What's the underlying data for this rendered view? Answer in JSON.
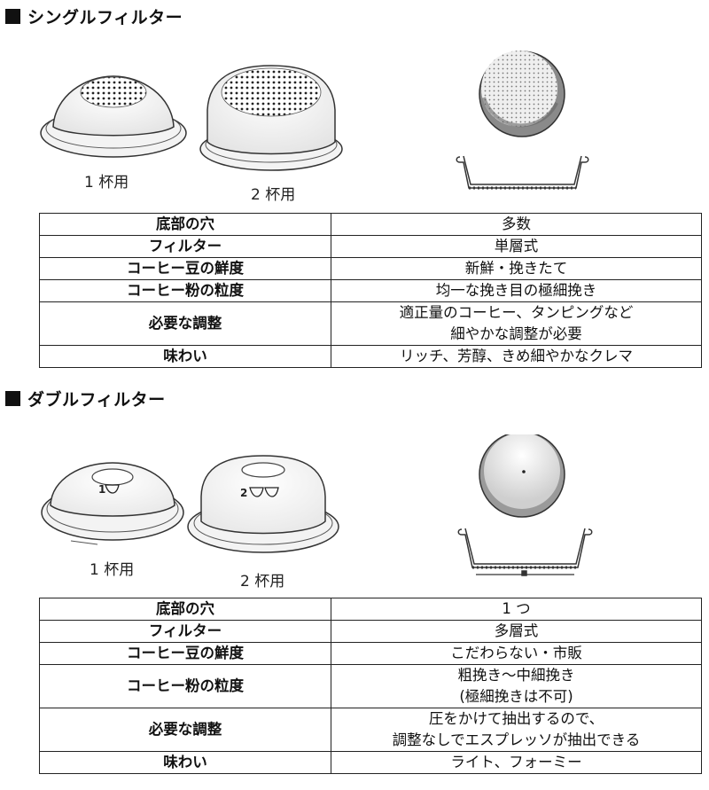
{
  "single": {
    "title": "シングルフィルター",
    "caption_1": "1 杯用",
    "caption_2": "2 杯用",
    "rows": [
      {
        "label": "底部の穴",
        "value": [
          "多数"
        ]
      },
      {
        "label": "フィルター",
        "value": [
          "単層式"
        ]
      },
      {
        "label": "コーヒー豆の鮮度",
        "value": [
          "新鮮・挽きたて"
        ]
      },
      {
        "label": "コーヒー粉の粒度",
        "value": [
          "均一な挽き目の極細挽き"
        ]
      },
      {
        "label": "必要な調整",
        "value": [
          "適正量のコーヒー、タンピングなど",
          "細やかな調整が必要"
        ]
      },
      {
        "label": "味わい",
        "value": [
          "リッチ、芳醇、きめ細やかなクレマ"
        ]
      }
    ]
  },
  "double": {
    "title": "ダブルフィルター",
    "caption_1": "1 杯用",
    "caption_2": "2 杯用",
    "rows": [
      {
        "label": "底部の穴",
        "value": [
          "1 つ"
        ]
      },
      {
        "label": "フィルター",
        "value": [
          "多層式"
        ]
      },
      {
        "label": "コーヒー豆の鮮度",
        "value": [
          "こだわらない・市販"
        ]
      },
      {
        "label": "コーヒー粉の粒度",
        "value": [
          "粗挽き〜中細挽き",
          "(極細挽きは不可)"
        ]
      },
      {
        "label": "必要な調整",
        "value": [
          "圧をかけて抽出するので、",
          "調整なしでエスプレッソが抽出できる"
        ]
      },
      {
        "label": "味わい",
        "value": [
          "ライト、フォーミー"
        ]
      }
    ]
  }
}
